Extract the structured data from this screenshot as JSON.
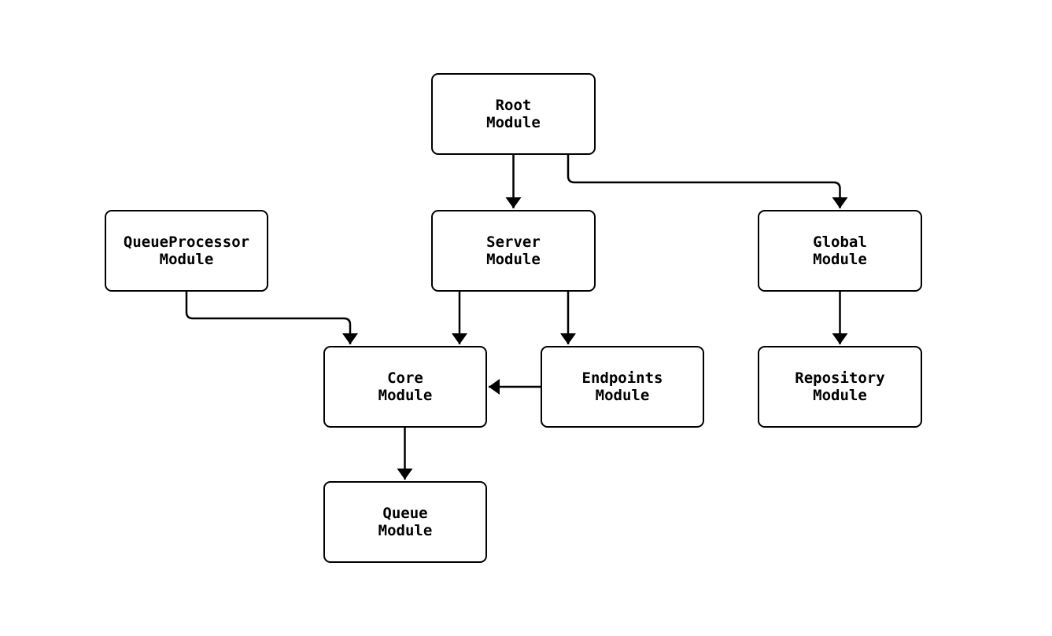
{
  "diagram": {
    "type": "flowchart",
    "direction": "top-down",
    "nodes": [
      {
        "id": "root",
        "label": "Root\nModule"
      },
      {
        "id": "queueprocessor",
        "label": "QueueProcessor\nModule"
      },
      {
        "id": "server",
        "label": "Server\nModule"
      },
      {
        "id": "global",
        "label": "Global\nModule"
      },
      {
        "id": "core",
        "label": "Core\nModule"
      },
      {
        "id": "endpoints",
        "label": "Endpoints\nModule"
      },
      {
        "id": "repository",
        "label": "Repository\nModule"
      },
      {
        "id": "queue",
        "label": "Queue\nModule"
      }
    ],
    "edges": [
      {
        "from": "root",
        "to": "server"
      },
      {
        "from": "root",
        "to": "global"
      },
      {
        "from": "queueprocessor",
        "to": "core"
      },
      {
        "from": "server",
        "to": "core"
      },
      {
        "from": "server",
        "to": "endpoints"
      },
      {
        "from": "endpoints",
        "to": "core"
      },
      {
        "from": "core",
        "to": "queue"
      },
      {
        "from": "global",
        "to": "repository"
      }
    ],
    "colors": {
      "stroke": "#000000",
      "fill": "#ffffff",
      "background": "#ffffff"
    }
  }
}
